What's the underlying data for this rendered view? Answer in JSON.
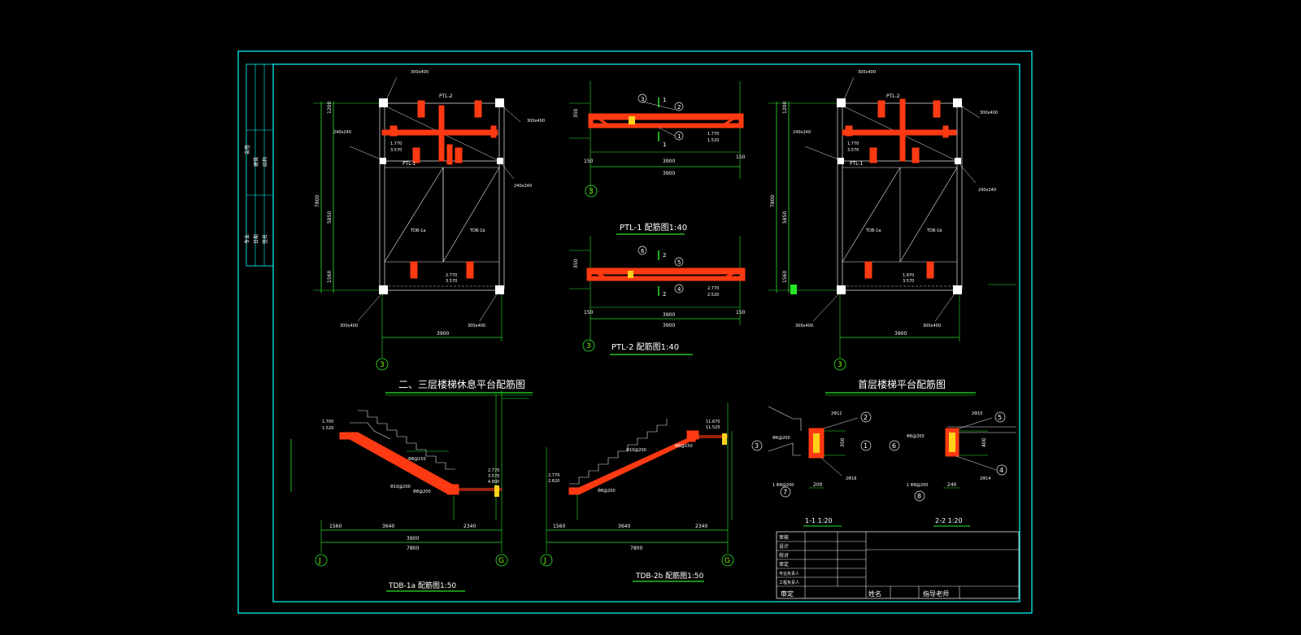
{
  "sheet": {
    "side_block_labels": [
      "会签",
      "专业",
      "日期",
      "签名",
      "建筑",
      "结构"
    ]
  },
  "plan_views": {
    "left": {
      "beam_labels": [
        "PTL-2",
        "PTL-1",
        "TDB-1a",
        "TDB-1b"
      ],
      "column_labels": [
        "300x400",
        "300x400",
        "240x240",
        "240x240",
        "300x400",
        "300x400"
      ],
      "elevations": [
        "1.770",
        "3.570",
        "2.770",
        "3.570"
      ],
      "dims_bottom": "3900",
      "dims_vertical": [
        "7800",
        "5850",
        "1560",
        "1200"
      ],
      "axis": "3"
    },
    "right": {
      "beam_labels": [
        "PTL-2",
        "PTL-1",
        "TDB-1a",
        "TDB-1b"
      ],
      "column_labels": [
        "300x400",
        "300x400",
        "240x240",
        "240x240",
        "300x400",
        "300x400"
      ],
      "elevations": [
        "1.770",
        "3.570",
        "1.970",
        "3.570"
      ],
      "dims_bottom": "3900",
      "dims_vertical": [
        "7800",
        "5850",
        "1560",
        "1200"
      ],
      "axis": "3"
    }
  },
  "beam_sections": {
    "ptl1": {
      "title": "PTL-1 配筋图1:40",
      "markers": [
        "1",
        "2",
        "3",
        "1",
        "1"
      ],
      "dims": [
        "3900",
        "3900",
        "150",
        "150",
        "350"
      ],
      "elevation": [
        "1.770",
        "1.520"
      ],
      "axis": "3"
    },
    "ptl2": {
      "title": "PTL-2 配筋图1:40",
      "markers": [
        "4",
        "5",
        "6",
        "2",
        "2"
      ],
      "dims": [
        "3900",
        "3900",
        "150",
        "150",
        "350"
      ],
      "elevation": [
        "2.770",
        "2.520"
      ],
      "axis": "3"
    }
  },
  "section_titles": {
    "left": "二、三层楼梯休息平台配筋图",
    "right": "首层楼梯平台配筋图"
  },
  "stair_sections": {
    "left": {
      "title": "TDB-1a 配筋图1:50",
      "dims": [
        "1560",
        "3640",
        "3900",
        "2340",
        "7800"
      ],
      "elevations": [
        "1.700",
        "1.520",
        "2.770",
        "3.570",
        "4.800"
      ],
      "rebar_notes": [
        "Φ8@150",
        "Φ10@200",
        "Φ8@200"
      ],
      "axes": [
        "J",
        "G"
      ]
    },
    "right": {
      "title": "TDB-2b 配筋图1:50",
      "dims": [
        "1560",
        "3640",
        "2340",
        "7800"
      ],
      "elevations": [
        "2.770",
        "2.620",
        "11.670",
        "11.520"
      ],
      "rebar_notes": [
        "Φ10@200",
        "Φ8@200",
        "Φ8@150"
      ],
      "axes": [
        "J",
        "G"
      ]
    }
  },
  "detail_sections": {
    "s11": {
      "title": "1-1 1:20",
      "markers": [
        "2",
        "3",
        "1",
        "7"
      ],
      "notes": [
        "2Φ12",
        "Φ6@200",
        "2Φ16",
        "1 Φ8@200"
      ],
      "dims": [
        "200",
        "350"
      ]
    },
    "s22": {
      "title": "2-2 1:20",
      "markers": [
        "5",
        "6",
        "4",
        "8"
      ],
      "notes": [
        "2Φ10",
        "Φ6@200",
        "2Φ14",
        "1 Φ8@200"
      ],
      "dims": [
        "240",
        "400"
      ]
    }
  },
  "title_block": {
    "rows": [
      "审核",
      "设计",
      "校对",
      "审定",
      "专业负责人",
      "工程负责人"
    ],
    "approve": "审定",
    "name": "姓名",
    "advisor": "指导老师"
  },
  "colors": {
    "frame": "#00ffff",
    "dimension": "#27e627",
    "rebar": "#ff3a12",
    "text": "#ffffff",
    "background": "#000000"
  }
}
